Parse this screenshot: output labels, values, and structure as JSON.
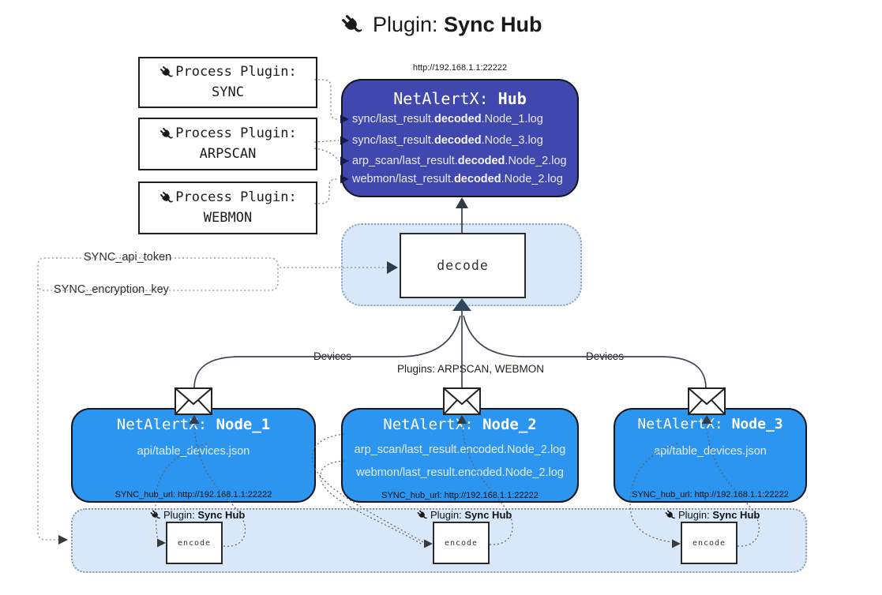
{
  "title": {
    "prefix": "Plugin: ",
    "bold": "Sync Hub"
  },
  "hub": {
    "url": "http://192.168.1.1:22222",
    "title_prefix": "NetAlertX: ",
    "title_bold": "Hub",
    "lines": [
      {
        "pre": "sync/last_result.",
        "bold": "decoded",
        "post": ".Node_1.log"
      },
      {
        "pre": "sync/last_result.",
        "bold": "decoded",
        "post": ".Node_3.log"
      },
      {
        "pre": "arp_scan/last_result.",
        "bold": "decoded",
        "post": ".Node_2.log"
      },
      {
        "pre": "webmon/last_result.",
        "bold": "decoded",
        "post": ".Node_2.log"
      }
    ]
  },
  "process_plugins": [
    {
      "label": "Process Plugin:",
      "name": "SYNC"
    },
    {
      "label": "Process Plugin:",
      "name": "ARPSCAN"
    },
    {
      "label": "Process Plugin:",
      "name": "WEBMON"
    }
  ],
  "decode": {
    "label": "decode"
  },
  "secrets": {
    "api_token": "SYNC_api_token",
    "encryption_key": "SYNC_encryption_key"
  },
  "edge_labels": {
    "devices_left": "Devices",
    "devices_right": "Devices",
    "plugins_mid": "Plugins: ARPSCAN, WEBMON"
  },
  "nodes": [
    {
      "title_prefix": "NetAlertX: ",
      "title_bold": "Node_1",
      "lines": [
        "api/table_devices.json"
      ],
      "hub_url": "SYNC_hub_url: http://192.168.1.1:22222"
    },
    {
      "title_prefix": "NetAlertX: ",
      "title_bold": "Node_2",
      "lines": [
        "arp_scan/last_result.encoded.Node_2.log",
        "webmon/last_result.encoded.Node_2.log"
      ],
      "hub_url": "SYNC_hub_url: http://192.168.1.1:22222"
    },
    {
      "title_prefix": "NetAlertX: ",
      "title_bold": "Node_3",
      "lines": [
        "api/table_devices.json"
      ],
      "hub_url": "SYNC_hub_url: http://192.168.1.1:22222"
    }
  ],
  "strip": {
    "plugin_prefix": "Plugin: ",
    "plugin_bold": "Sync Hub",
    "encode_label": "encode"
  },
  "colors": {
    "hub_fill": "#4048b0",
    "node_fill": "#2c95ef",
    "panel_fill": "#d9e8f8"
  }
}
